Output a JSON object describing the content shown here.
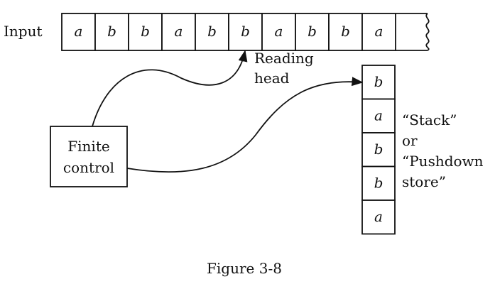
{
  "input_label": "Input",
  "tape": [
    "a",
    "b",
    "b",
    "a",
    "b",
    "b",
    "a",
    "b",
    "b",
    "a"
  ],
  "reading_head_label": [
    "Reading",
    "head"
  ],
  "finite_control_label": [
    "Finite",
    "control"
  ],
  "stack": [
    "b",
    "a",
    "b",
    "b",
    "a"
  ],
  "stack_label": [
    "“Stack”",
    "or",
    "“Pushdown",
    "store”"
  ],
  "caption": "Figure 3-8"
}
